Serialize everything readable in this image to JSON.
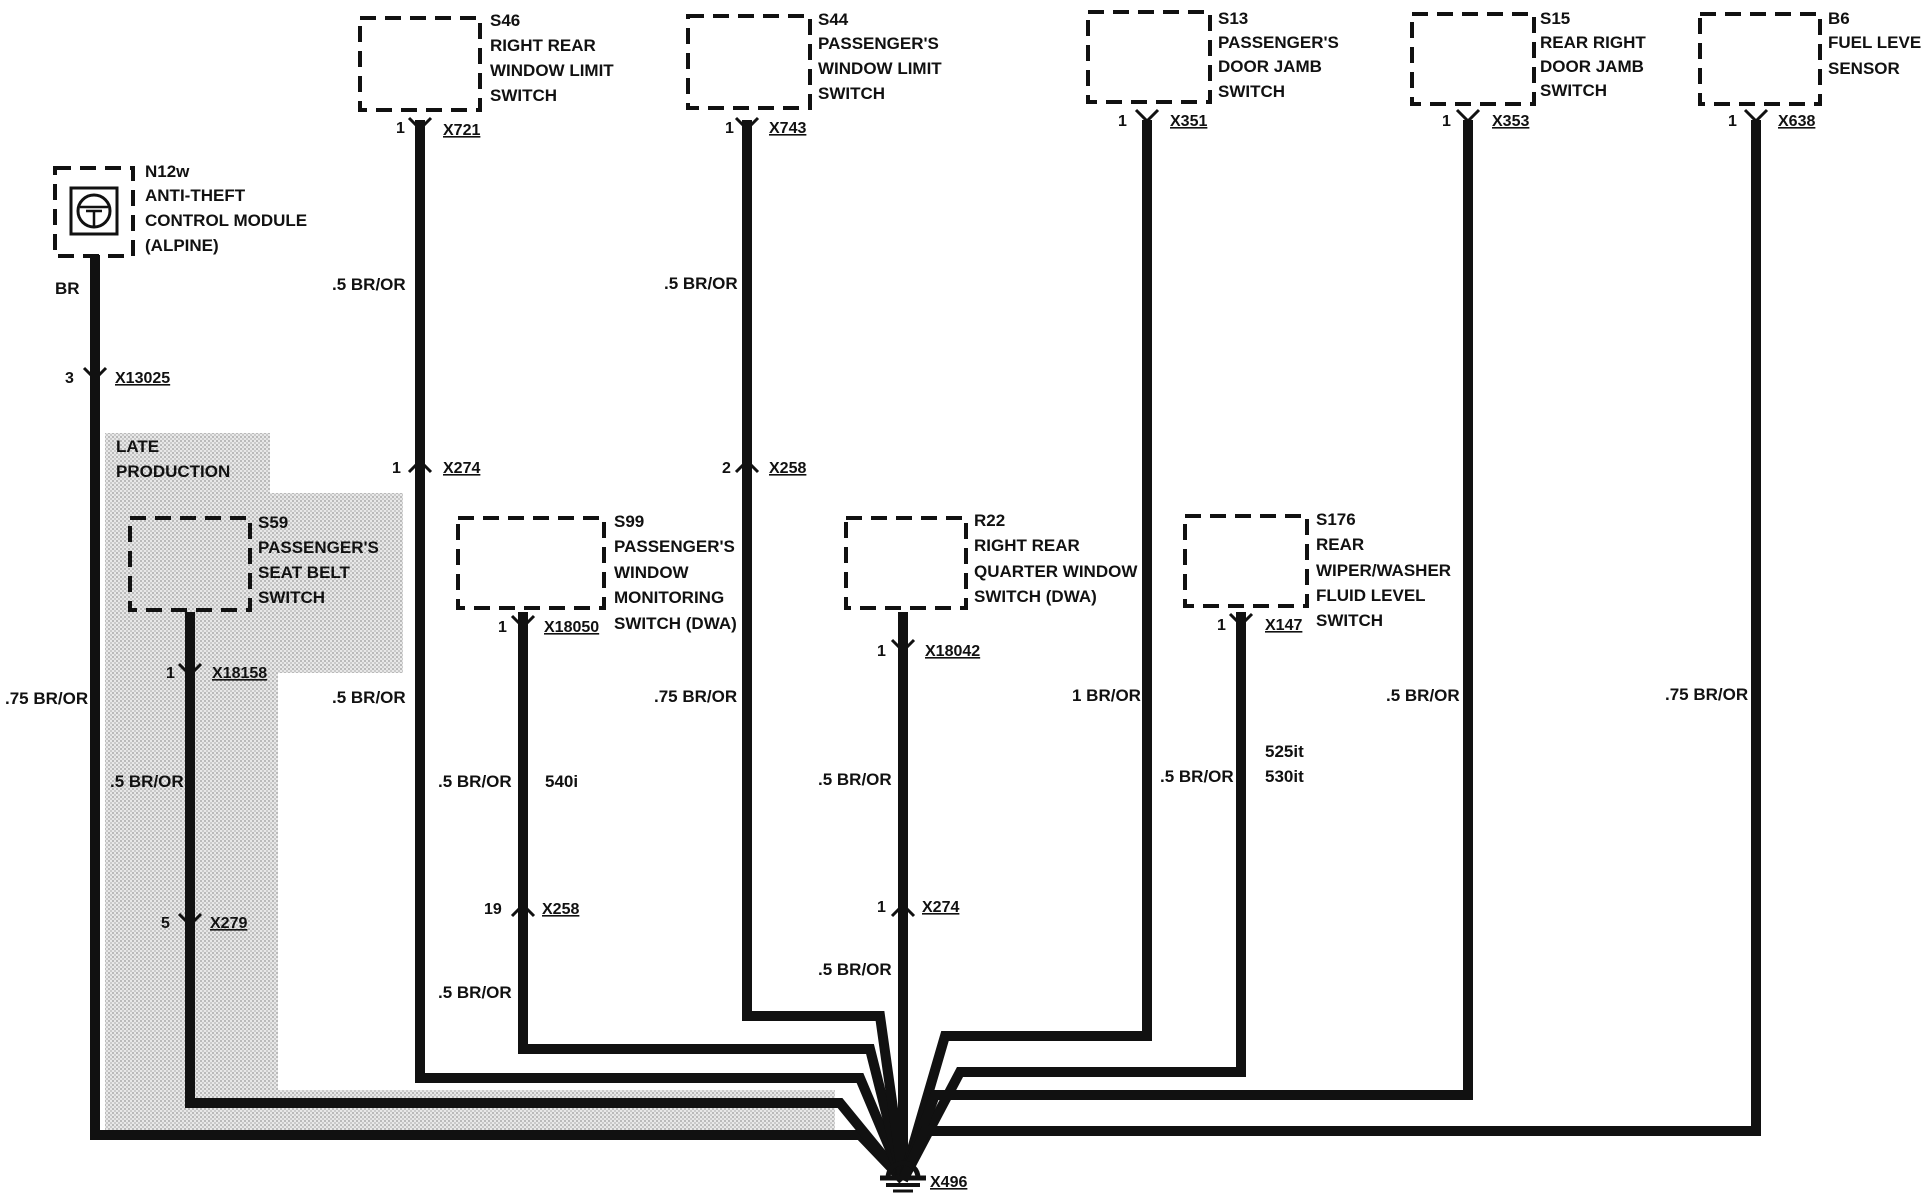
{
  "components": {
    "s46": {
      "id": "S46",
      "lines": [
        "RIGHT REAR",
        "WINDOW LIMIT",
        "SWITCH"
      ],
      "pin": "1",
      "connector": "X721"
    },
    "s44": {
      "id": "S44",
      "lines": [
        "PASSENGER'S",
        "WINDOW LIMIT",
        "SWITCH"
      ],
      "pin": "1",
      "connector": "X743"
    },
    "s13": {
      "id": "S13",
      "lines": [
        "PASSENGER'S",
        "DOOR JAMB",
        "SWITCH"
      ],
      "pin": "1",
      "connector": "X351"
    },
    "s15": {
      "id": "S15",
      "lines": [
        "REAR RIGHT",
        "DOOR JAMB",
        "SWITCH"
      ],
      "pin": "1",
      "connector": "X353"
    },
    "b6": {
      "id": "B6",
      "lines": [
        "FUEL LEVEL",
        "SENSOR"
      ],
      "pin": "1",
      "connector": "X638"
    },
    "n12w": {
      "id": "N12w",
      "lines": [
        "ANTI-THEFT",
        "CONTROL MODULE",
        "(ALPINE)"
      ],
      "wire": "BR",
      "pin": "3",
      "connector": "X13025"
    },
    "s59": {
      "id": "S59",
      "lines": [
        "PASSENGER'S",
        "SEAT BELT",
        "SWITCH"
      ],
      "pin": "1",
      "connector": "X18158"
    },
    "s99": {
      "id": "S99",
      "lines": [
        "PASSENGER'S",
        "WINDOW",
        "MONITORING",
        "SWITCH (DWA)"
      ],
      "pin": "1",
      "connector": "X18050"
    },
    "r22": {
      "id": "R22",
      "lines": [
        "RIGHT REAR",
        "QUARTER WINDOW",
        "SWITCH (DWA)"
      ],
      "pin": "1",
      "connector": "X18042"
    },
    "s176": {
      "id": "S176",
      "lines": [
        "REAR",
        "WIPER/WASHER",
        "FLUID LEVEL",
        "SWITCH"
      ],
      "pin": "1",
      "connector": "X147"
    }
  },
  "late_production": [
    "LATE",
    "PRODUCTION"
  ],
  "inline_connectors": {
    "x274_a": {
      "pin": "1",
      "connector": "X274"
    },
    "x258_a": {
      "pin": "2",
      "connector": "X258"
    },
    "x279": {
      "pin": "5",
      "connector": "X279"
    },
    "x258_b": {
      "pin": "19",
      "connector": "X258"
    },
    "x274_b": {
      "pin": "1",
      "connector": "X274"
    }
  },
  "wire_labels": {
    "s46_upper": ".5 BR/OR",
    "s44_upper": ".5 BR/OR",
    "n12w_lower": ".75 BR/OR",
    "s46_lower": ".5 BR/OR",
    "s44_lower": ".75 BR/OR",
    "s13": "1 BR/OR",
    "s15": ".5 BR/OR",
    "b6": ".75 BR/OR",
    "s59": ".5 BR/OR",
    "s99_upper": ".5 BR/OR",
    "s99_lower": ".5 BR/OR",
    "r22_upper": ".5 BR/OR",
    "r22_lower": ".5 BR/OR",
    "s176": ".5 BR/OR"
  },
  "model_notes": {
    "s99": "540i",
    "s176": [
      "525it",
      "530it"
    ]
  },
  "ground": {
    "connector": "X496"
  }
}
